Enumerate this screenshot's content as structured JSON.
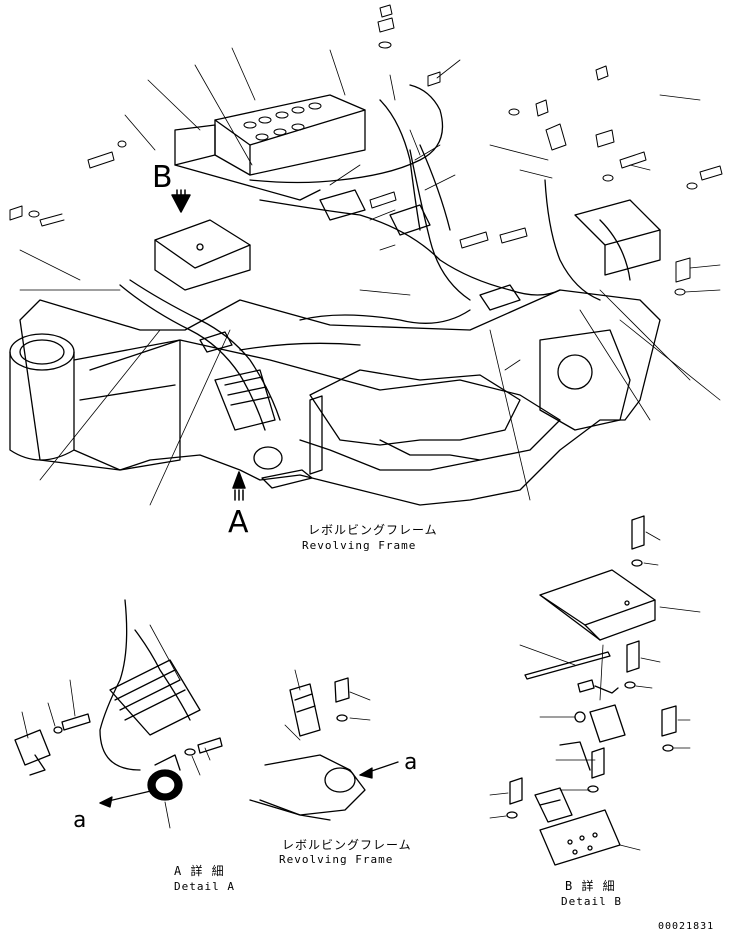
{
  "labels": {
    "view_b": "B",
    "view_a": "A",
    "main_frame_jp": "レボルビングフレーム",
    "main_frame_en": "Revolving Frame",
    "detail_a_jp": "A 詳 細",
    "detail_a_en": "Detail A",
    "detail_b_jp": "B 詳 細",
    "detail_b_en": "Detail B",
    "sub_frame_jp": "レボルビングフレーム",
    "sub_frame_en": "Revolving Frame",
    "ref_a_left": "a",
    "ref_a_right": "a",
    "drawing_number": "00021831"
  }
}
